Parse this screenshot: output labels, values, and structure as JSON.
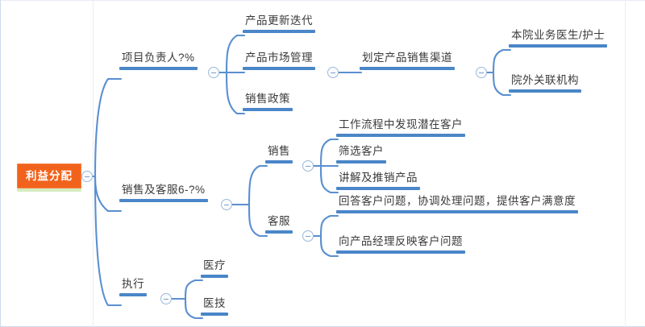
{
  "app": {
    "type": "mindmap",
    "title": "利益分配",
    "background": "#ffffff",
    "accent_color": "#4a86c8",
    "root_color": "#f1631c",
    "root_underline_color": "#d5ecc0"
  },
  "icons": {
    "collapse": "collapse-toggle-icon"
  },
  "nodes": {
    "root": {
      "label": "利益分配"
    },
    "b1": {
      "label": "项目负责人?%"
    },
    "b1c1": {
      "label": "产品更新迭代"
    },
    "b1c2": {
      "label": "产品市场管理"
    },
    "b1c2c1": {
      "label": "划定产品销售渠道"
    },
    "b1c2c1c1": {
      "label": "本院业务医生/护士"
    },
    "b1c2c1c2": {
      "label": "院外关联机构"
    },
    "b1c3": {
      "label": "销售政策"
    },
    "b2": {
      "label": "销售及客服6-?%"
    },
    "b2c1": {
      "label": "销售"
    },
    "b2c1c1": {
      "label": "工作流程中发现潜在客户"
    },
    "b2c1c2": {
      "label": "筛选客户"
    },
    "b2c1c3": {
      "label": "讲解及推销产品"
    },
    "b2c2": {
      "label": "客服"
    },
    "b2c2c1": {
      "label": "回答客户问题，协调处理问题，提供客户满意度"
    },
    "b2c2c2": {
      "label": "向产品经理反映客户问题"
    },
    "b3": {
      "label": "执行"
    },
    "b3c1": {
      "label": "医疗"
    },
    "b3c2": {
      "label": "医技"
    }
  },
  "tree_data": {
    "type": "mindmap",
    "root": "利益分配",
    "children": [
      {
        "label": "项目负责人?%",
        "collapsible": true,
        "children": [
          {
            "label": "产品更新迭代"
          },
          {
            "label": "产品市场管理",
            "collapsible": true,
            "children": [
              {
                "label": "划定产品销售渠道",
                "collapsible": true,
                "children": [
                  {
                    "label": "本院业务医生/护士"
                  },
                  {
                    "label": "院外关联机构"
                  }
                ]
              }
            ]
          },
          {
            "label": "销售政策"
          }
        ]
      },
      {
        "label": "销售及客服6-?%",
        "collapsible": true,
        "children": [
          {
            "label": "销售",
            "collapsible": true,
            "children": [
              {
                "label": "工作流程中发现潜在客户"
              },
              {
                "label": "筛选客户"
              },
              {
                "label": "讲解及推销产品"
              }
            ]
          },
          {
            "label": "客服",
            "collapsible": true,
            "children": [
              {
                "label": "回答客户问题，协调处理问题，提供客户满意度"
              },
              {
                "label": "向产品经理反映客户问题"
              }
            ]
          }
        ]
      },
      {
        "label": "执行",
        "collapsible": true,
        "children": [
          {
            "label": "医疗"
          },
          {
            "label": "医技"
          }
        ]
      }
    ]
  }
}
